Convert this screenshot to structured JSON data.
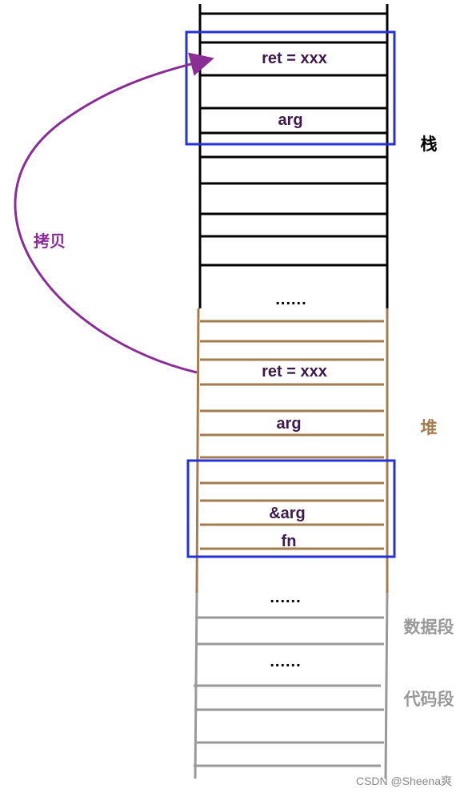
{
  "colors": {
    "stack": "#000000",
    "heap": "#A47D4F",
    "data": "#999999",
    "text": "#3D1A4A",
    "highlight": "#2431D9",
    "copy_arrow": "#8A2E96"
  },
  "icons": {
    "copy_arrow": "curved-arrow-icon"
  },
  "segments": {
    "stack": "栈",
    "heap": "堆",
    "data": "数据段",
    "code": "代码段"
  },
  "stack": {
    "ret_slot": "ret = xxx",
    "arg_slot": "arg",
    "ellipsis": "......"
  },
  "heap": {
    "ret_slot": "ret = xxx",
    "arg_slot": "arg",
    "arg_ref_slot": "&arg",
    "fn_slot": "fn"
  },
  "lower": {
    "ellipsis_1": "......",
    "ellipsis_2": "......"
  },
  "copy_label": "拷贝",
  "footer": "CSDN @Sheena爽"
}
